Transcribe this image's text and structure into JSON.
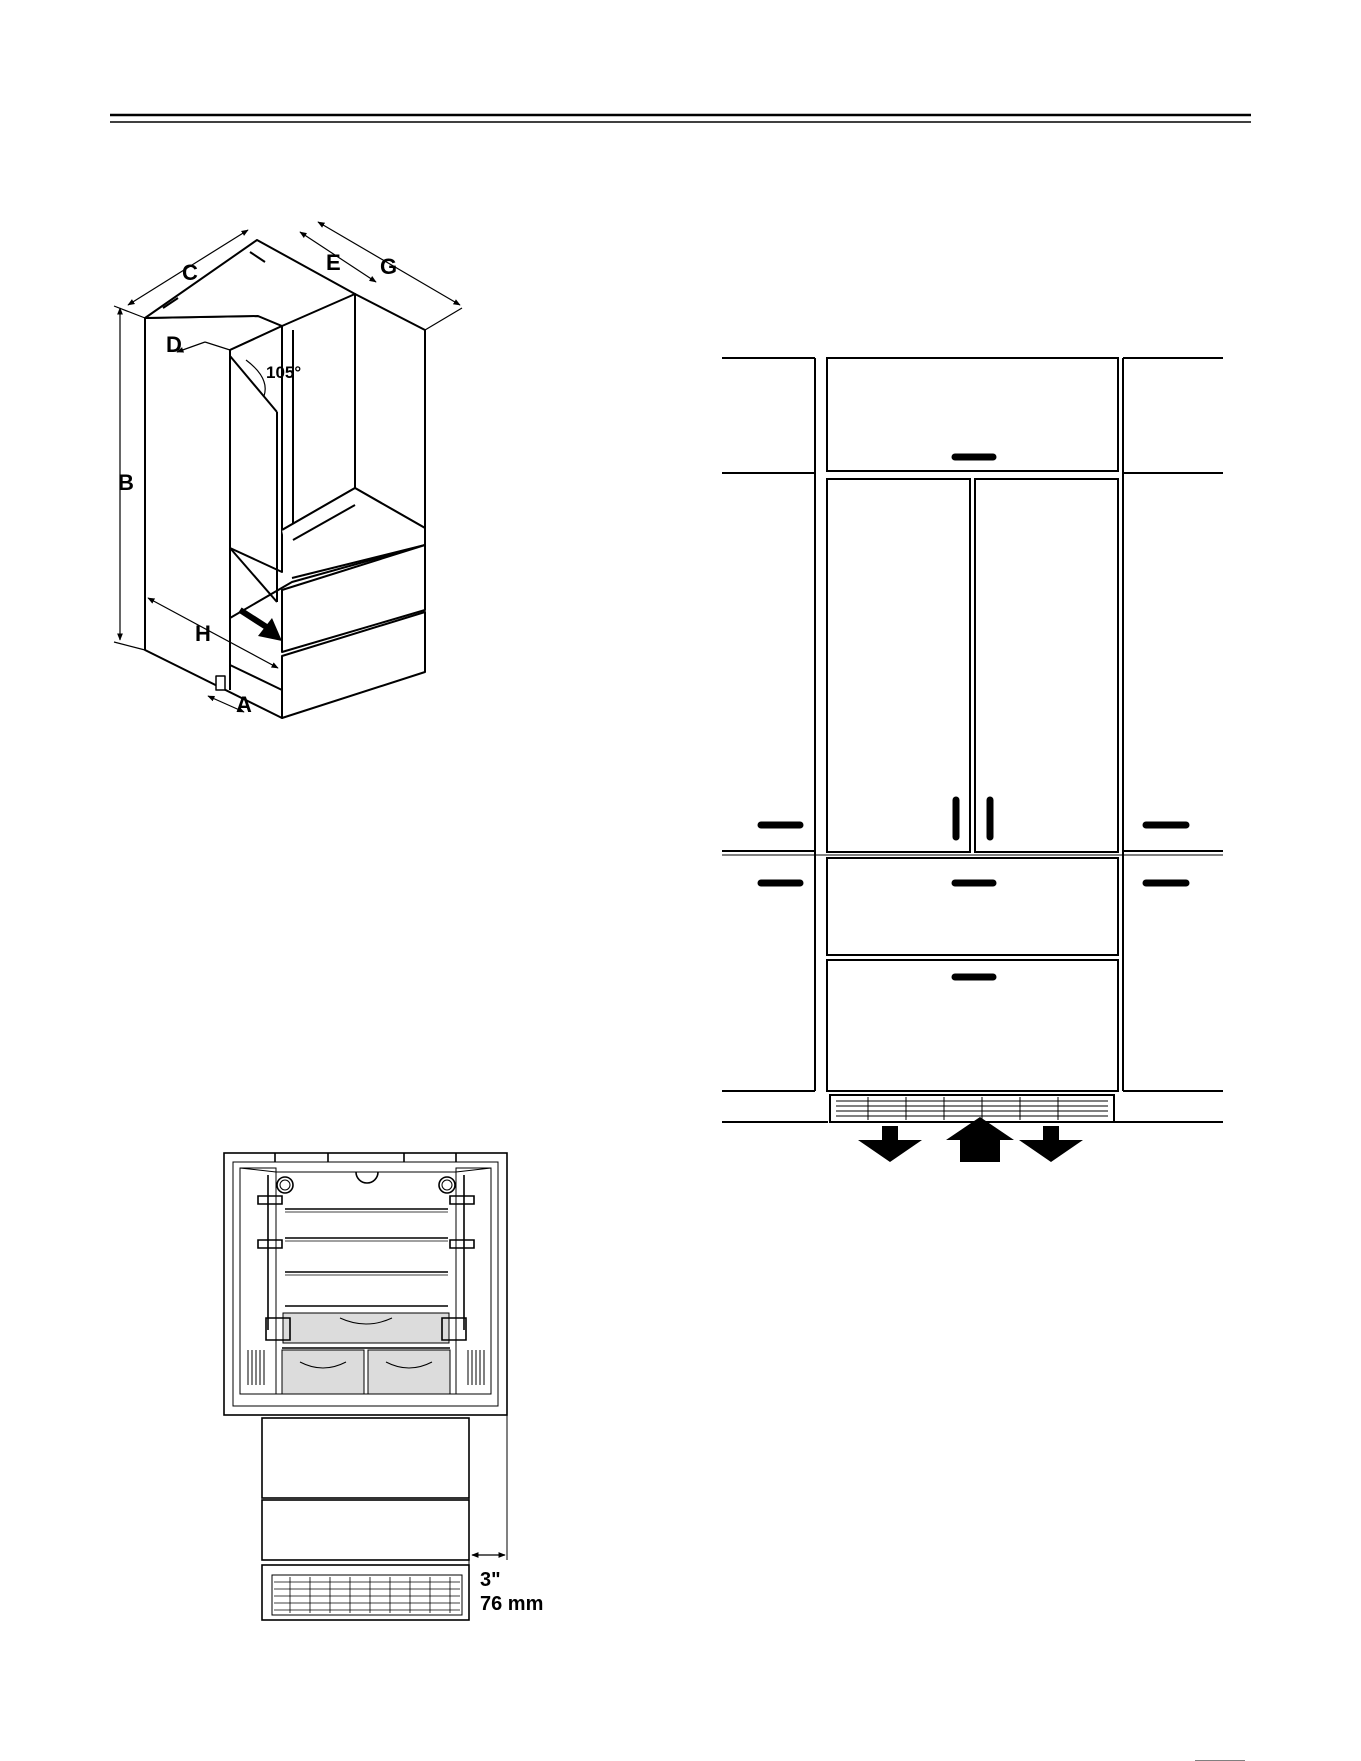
{
  "iso_view": {
    "labels": {
      "a": "A",
      "b": "B",
      "c": "C",
      "d": "D",
      "e": "E",
      "g": "G",
      "h": "H",
      "angle": "105°"
    }
  },
  "front_view": {
    "clearance_in": "3\"",
    "clearance_mm": "76 mm"
  },
  "colors": {
    "line": "#000000",
    "background": "#ffffff",
    "shelf_fill": "#dcdcdc"
  }
}
